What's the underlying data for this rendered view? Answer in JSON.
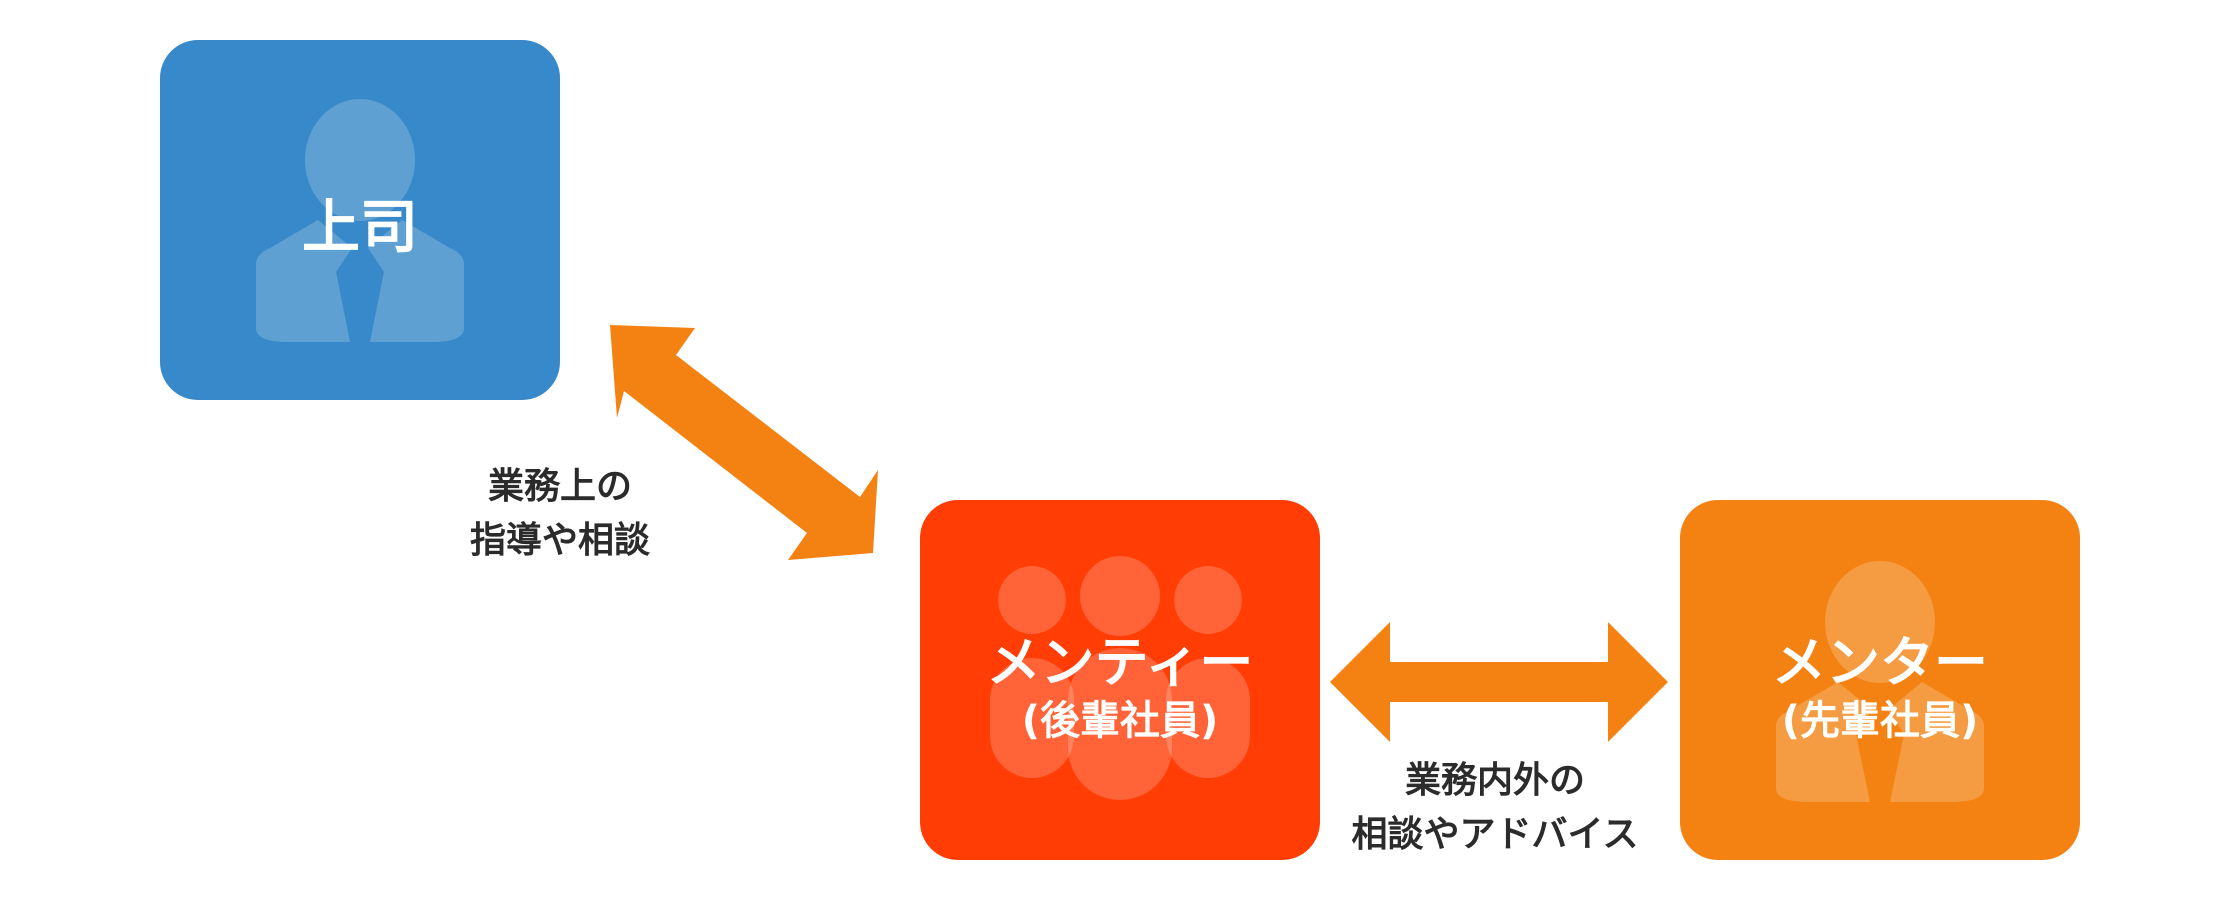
{
  "colors": {
    "boss": "#3889c9",
    "mentee": "#ff3d05",
    "mentor": "#f38212",
    "arrow": "#f38212",
    "caption_text": "#2b2b2b",
    "silhouette": "#ffffff"
  },
  "nodes": {
    "boss": {
      "label": "上司",
      "icon": "person-silhouette-icon"
    },
    "mentee": {
      "label": "メンティー",
      "sublabel": "(後輩社員)",
      "icon": "group-silhouette-icon"
    },
    "mentor": {
      "label": "メンター",
      "sublabel": "(先輩社員)",
      "icon": "person-silhouette-icon"
    }
  },
  "edges": {
    "boss_mentee": {
      "line1": "業務上の",
      "line2": "指導や相談",
      "icon": "double-arrow-diagonal-icon"
    },
    "mentee_mentor": {
      "line1": "業務内外の",
      "line2": "相談やアドバイス",
      "icon": "double-arrow-horizontal-icon"
    }
  }
}
